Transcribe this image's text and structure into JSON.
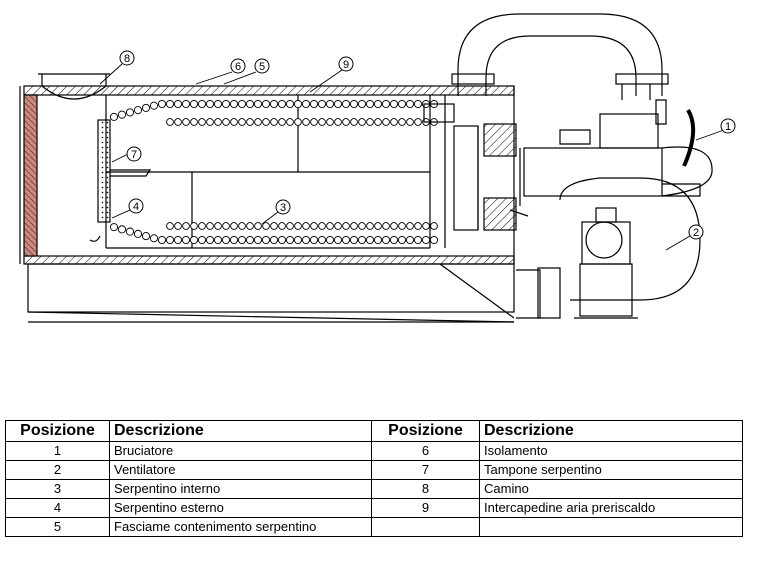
{
  "callouts": [
    "1",
    "2",
    "3",
    "4",
    "5",
    "6",
    "7",
    "8",
    "9"
  ],
  "table": {
    "headers": [
      "Posizione",
      "Descrizione",
      "Posizione",
      "Descrizione"
    ],
    "left": [
      {
        "pos": "1",
        "desc": "Bruciatore"
      },
      {
        "pos": "2",
        "desc": "Ventilatore"
      },
      {
        "pos": "3",
        "desc": "Serpentino interno"
      },
      {
        "pos": "4",
        "desc": "Serpentino esterno"
      },
      {
        "pos": "5",
        "desc": "Fasciame contenimento serpentino"
      }
    ],
    "right": [
      {
        "pos": "6",
        "desc": "Isolamento"
      },
      {
        "pos": "7",
        "desc": "Tampone serpentino"
      },
      {
        "pos": "8",
        "desc": "Camino"
      },
      {
        "pos": "9",
        "desc": "Intercapedine aria preriscaldo"
      },
      {
        "pos": "",
        "desc": ""
      }
    ]
  }
}
